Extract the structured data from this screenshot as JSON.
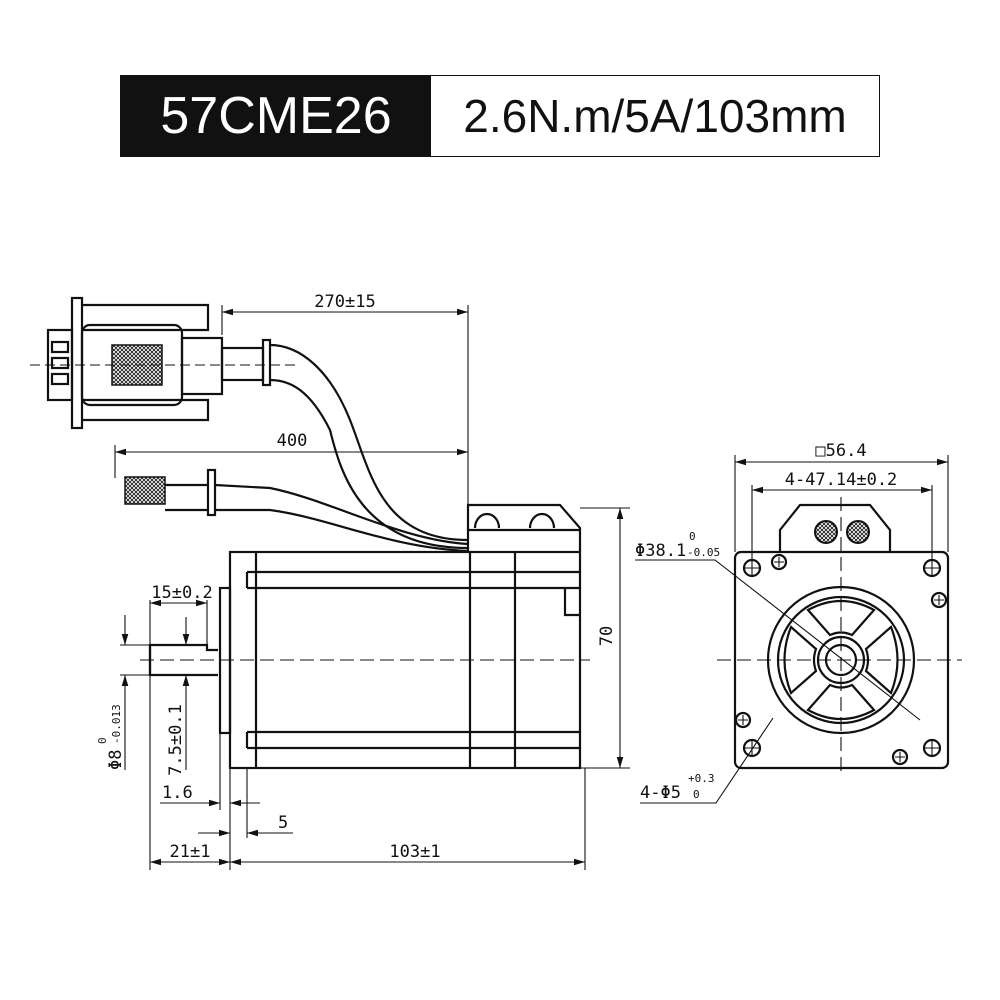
{
  "title": {
    "model": "57CME26",
    "spec": "2.6N.m/5A/103mm"
  },
  "side_view": {
    "cable_encoder_length": "270±15",
    "cable_power_length": "400",
    "height": "70",
    "shaft_length": "15±0.2",
    "shaft_flat": "7.5±0.1",
    "shaft_diameter": "Φ8",
    "shaft_diameter_upper": "0",
    "shaft_diameter_lower": "-0.013",
    "flange_thickness": "1.6",
    "boss": "5",
    "shaft_extension": "21±1",
    "body_length": "103±1"
  },
  "front_view": {
    "square": "□56.4",
    "hole_spacing": "4-47.14±0.2",
    "pilot_diameter": "Φ38.1",
    "pilot_upper": "0",
    "pilot_lower": "-0.05",
    "holes": "4-Φ5",
    "holes_upper": "+0.3",
    "holes_lower": "0"
  }
}
